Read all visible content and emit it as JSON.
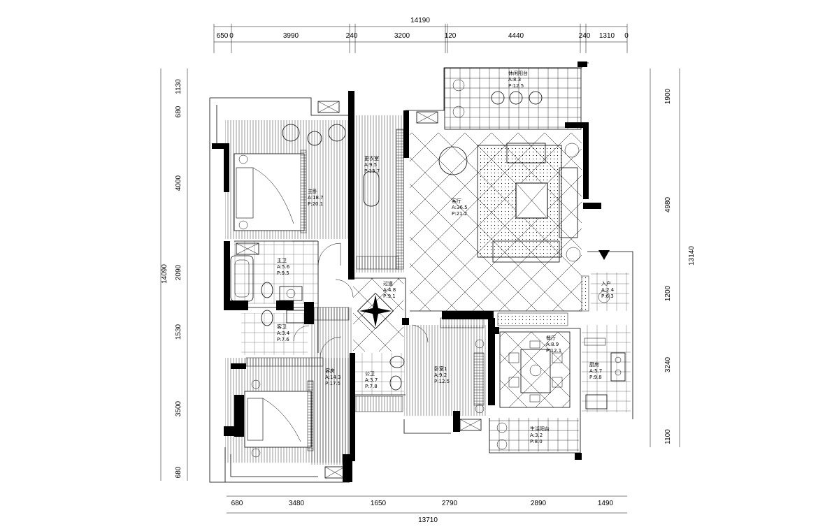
{
  "top": {
    "total": "14190",
    "segments": [
      "650",
      "0",
      "3990",
      "240",
      "3200",
      "120",
      "4440",
      "240",
      "1310",
      "0"
    ]
  },
  "bottom": {
    "total": "13710",
    "segments": [
      "680",
      "3480",
      "1650",
      "2790",
      "2890",
      "1490"
    ]
  },
  "left": {
    "total": "14090",
    "segments": [
      "1130",
      "680",
      "4000",
      "2090",
      "1530",
      "3500",
      "680"
    ]
  },
  "right": {
    "total": "13140",
    "segments": [
      "1900",
      "4980",
      "1200",
      "3240",
      "1100"
    ]
  },
  "rooms": [
    {
      "name": "休闲阳台",
      "area": "A:8.3",
      "perimeter": "P:12.5"
    },
    {
      "name": "更衣室",
      "area": "A:9.5",
      "perimeter": "P:13.7"
    },
    {
      "name": "主卧",
      "area": "A:18.7",
      "perimeter": "P:20.1"
    },
    {
      "name": "客厅",
      "area": "A:36.5",
      "perimeter": "P:21.2"
    },
    {
      "name": "主卫",
      "area": "A:5.6",
      "perimeter": "P:9.5"
    },
    {
      "name": "过道",
      "area": "A:4.8",
      "perimeter": "P:9.1"
    },
    {
      "name": "入户",
      "area": "A:2.4",
      "perimeter": "P:6.3"
    },
    {
      "name": "客卫",
      "area": "A:3.4",
      "perimeter": "P:7.6"
    },
    {
      "name": "餐厅",
      "area": "A:8.9",
      "perimeter": "P:12.1"
    },
    {
      "name": "客房",
      "area": "A:14.3",
      "perimeter": "P:17.5"
    },
    {
      "name": "公卫",
      "area": "A:3.7",
      "perimeter": "P:7.8"
    },
    {
      "name": "卧室1",
      "area": "A:9.2",
      "perimeter": "P:12.5"
    },
    {
      "name": "厨房",
      "area": "A:5.7",
      "perimeter": "P:9.8"
    },
    {
      "name": "生活阳台",
      "area": "A:3.2",
      "perimeter": "P:8.0"
    }
  ]
}
